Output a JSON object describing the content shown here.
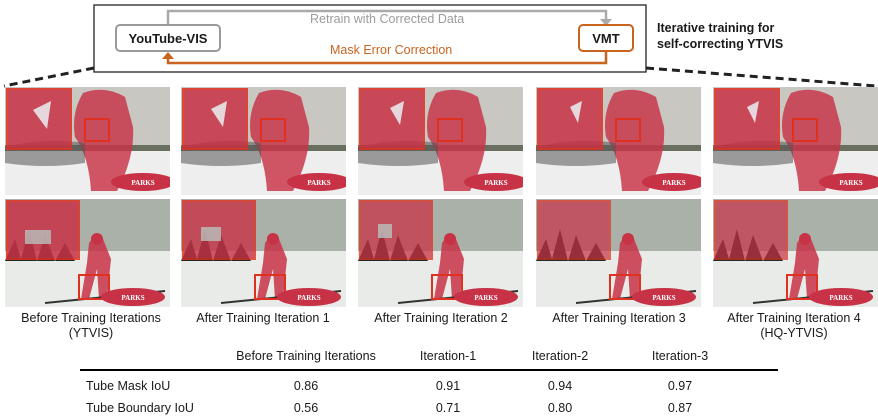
{
  "diagram": {
    "source_node": "YouTube-VIS",
    "target_node": "VMT",
    "retrain_label": "Retrain with Corrected Data",
    "correction_label": "Mask Error Correction",
    "side_caption_line1": "Iterative training for",
    "side_caption_line2": "self-correcting YTVIS",
    "colors": {
      "retrain_arrow": "#aaaaaa",
      "correction_arrow": "#c8641e",
      "mask": "#c83246",
      "zoom_box": "#e03020"
    }
  },
  "columns": [
    {
      "caption_line1": "Before Training Iterations",
      "caption_line2": "(YTVIS)"
    },
    {
      "caption_line1": "After Training Iteration 1",
      "caption_line2": ""
    },
    {
      "caption_line1": "After Training Iteration 2",
      "caption_line2": ""
    },
    {
      "caption_line1": "After Training Iteration 3",
      "caption_line2": ""
    },
    {
      "caption_line1": "After Training Iteration 4",
      "caption_line2": "(HQ-YTVIS)"
    }
  ],
  "thumbnails": {
    "logo_text": "PARKS"
  },
  "table": {
    "headers": [
      "Before Training Iterations",
      "Iteration-1",
      "Iteration-2",
      "Iteration-3"
    ],
    "rows": [
      {
        "label": "Tube Mask IoU",
        "values": [
          "0.86",
          "0.91",
          "0.94",
          "0.97"
        ]
      },
      {
        "label": "Tube Boundary IoU",
        "values": [
          "0.56",
          "0.71",
          "0.80",
          "0.87"
        ]
      }
    ]
  }
}
